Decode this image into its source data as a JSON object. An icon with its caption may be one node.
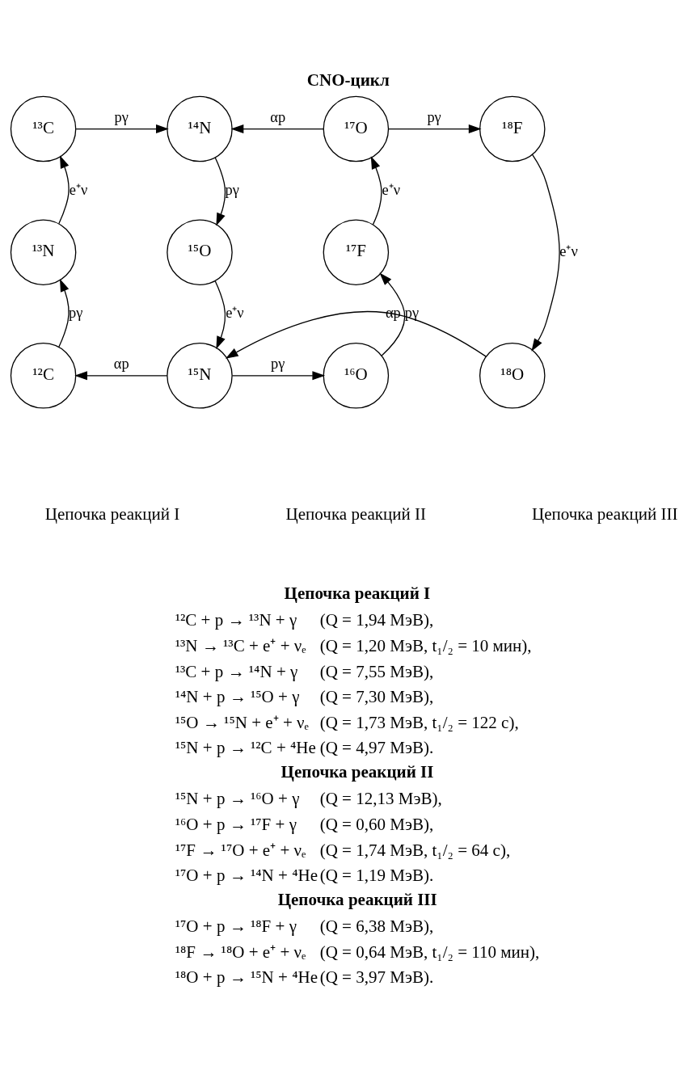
{
  "diagram": {
    "title": "CNO-цикл",
    "nodes": [
      {
        "text": [
          "¹³C"
        ]
      },
      {
        "text": [
          "¹⁴N"
        ]
      },
      {
        "text": [
          "¹⁷O"
        ]
      },
      {
        "text": [
          "¹⁸F"
        ]
      },
      {
        "text": [
          "¹³N"
        ]
      },
      {
        "text": [
          "¹⁵O"
        ]
      },
      {
        "text": [
          "¹⁷F"
        ]
      },
      {
        "text": [
          "¹²C"
        ]
      },
      {
        "text": [
          "¹⁵N"
        ]
      },
      {
        "text": [
          "¹⁶O"
        ]
      },
      {
        "text": [
          "¹⁸O"
        ]
      }
    ],
    "edges": [
      {
        "from": 0,
        "to": 1,
        "arrow": "to",
        "label": "pγ"
      },
      {
        "from": 2,
        "to": 1,
        "arrow": "to",
        "label": "αp"
      },
      {
        "from": 2,
        "to": 3,
        "arrow": "to",
        "label": "pγ"
      },
      {
        "from": 4,
        "to": 0,
        "arrow": "to",
        "label": "e⁺ν"
      },
      {
        "from": 1,
        "to": 5,
        "arrow": "to",
        "label": "pγ"
      },
      {
        "from": 6,
        "to": 2,
        "arrow": "to",
        "label": "e⁺ν"
      },
      {
        "from": 3,
        "to": 10,
        "arrow": "to",
        "label": "e⁺ν"
      },
      {
        "from": 7,
        "to": 4,
        "arrow": "to",
        "label": "pγ"
      },
      {
        "from": 5,
        "to": 8,
        "arrow": "to",
        "label": "e⁺ν"
      },
      {
        "from": 9,
        "to": 6,
        "arrow": "to",
        "label": "pγ"
      },
      {
        "from": 8,
        "to": 7,
        "arrow": "to",
        "label": "αp"
      },
      {
        "from": 8,
        "to": 9,
        "arrow": "to",
        "label": "pγ"
      },
      {
        "from": 10,
        "to": 8,
        "arrow": "to",
        "label": "αp"
      }
    ],
    "labels": [
      "Цепочка реакций I",
      "Цепочка реакций II",
      "Цепочка реакций III",
      "Цепочка реакций I",
      "¹²C + p → ¹³N + γ",
      "(Q = 1,94 МэВ),",
      "¹³N → ¹³C + e⁺ + νₑ",
      "(Q = 1,20 МэВ, t₁/₂ = 10 мин),",
      "¹³C + p → ¹⁴N + γ",
      "(Q = 7,55 МэВ),",
      "¹⁴N + p → ¹⁵O + γ",
      "(Q = 7,30 МэВ),",
      "¹⁵O → ¹⁵N + e⁺ + νₑ",
      "(Q = 1,73 МэВ, t₁/₂ = 122 с),",
      "¹⁵N + p → ¹²C + ⁴He",
      "(Q = 4,97 МэВ).",
      "Цепочка реакций II",
      "¹⁵N + p → ¹⁶O + γ",
      "(Q = 12,13 МэВ),",
      "¹⁶O + p → ¹⁷F + γ",
      "(Q = 0,60 МэВ),",
      "¹⁷F → ¹⁷O + e⁺ + νₑ",
      "(Q = 1,74 МэВ, t₁/₂ = 64 с),",
      "¹⁷O + p → ¹⁴N + ⁴He",
      "(Q = 1,19 МэВ).",
      "Цепочка реакций III",
      "¹⁷O + p → ¹⁸F + γ",
      "(Q = 6,38 МэВ),",
      "¹⁸F → ¹⁸O + e⁺ + νₑ",
      "(Q = 0,64 МэВ, t₁/₂ = 110 мин),",
      "¹⁸O + p → ¹⁵N + ⁴He",
      "(Q = 3,97 МэВ)."
    ]
  }
}
